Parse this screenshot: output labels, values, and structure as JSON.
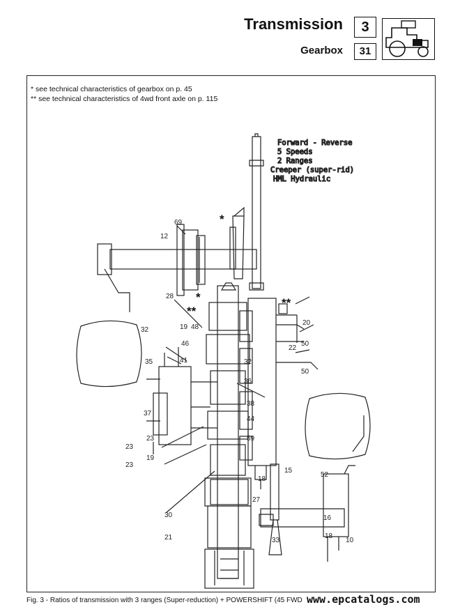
{
  "header": {
    "title": "Transmission",
    "chapter": "3",
    "section": "Gearbox",
    "page": "31"
  },
  "notes": [
    "*   see technical characteristics of gearbox on p. 45",
    "**  see technical characteristics of 4wd front axle on p. 115"
  ],
  "drawing_legend": {
    "line1": "Forward - Reverse",
    "line2": "5 Speeds",
    "line3": "2 Ranges",
    "line4": "Creeper (super-rid)",
    "line5": "HML Hydraulic"
  },
  "labels": {
    "l69": "69",
    "l12": "12",
    "l28": "28",
    "l19": "19",
    "l48": "48",
    "l46": "46",
    "l41": "41",
    "l32a": "32",
    "l35": "35",
    "l37": "37",
    "l23a": "23",
    "l23b": "23",
    "l23c": "23",
    "l19b": "19",
    "l20": "20",
    "l50a": "50",
    "l22": "22",
    "l50b": "50",
    "l32b": "32",
    "l36": "36",
    "l38": "38",
    "l44": "44",
    "l59": "59",
    "l18": "18",
    "l15": "15",
    "l27": "27",
    "l30": "30",
    "l21": "21",
    "l33": "33",
    "l52": "52",
    "l18b": "18",
    "l10": "10",
    "l16": "16"
  },
  "stars": {
    "single": "*",
    "double": "**"
  },
  "caption": "Fig. 3 - Ratios of transmission with 3 ranges (Super-reduction) + POWERSHIFT (45 FWD",
  "watermark": "www.epcatalogs.com"
}
